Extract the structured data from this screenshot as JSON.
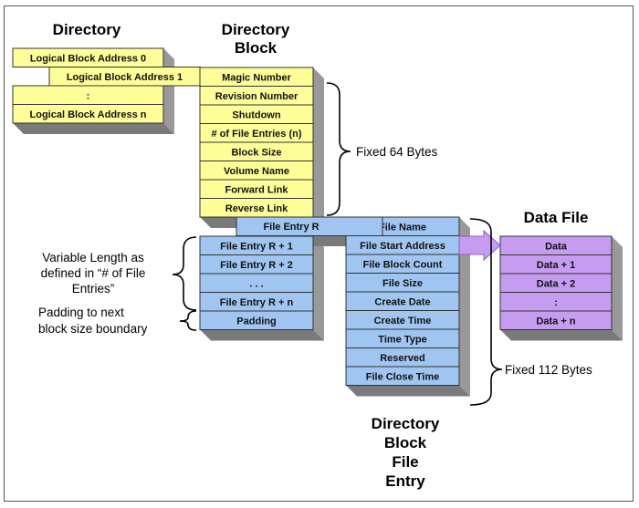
{
  "titles": {
    "directory": "Directory",
    "directory_block": [
      "Directory",
      "Block"
    ],
    "data_file": "Data File",
    "directory_block_file_entry": [
      "Directory",
      "Block",
      "File",
      "Entry"
    ]
  },
  "directory": {
    "items": [
      "Logical Block Address 0",
      "Logical Block Address 1",
      ":",
      "Logical Block Address n"
    ]
  },
  "directory_block": {
    "items": [
      "Magic Number",
      "Revision Number",
      "Shutdown",
      "# of File Entries (n)",
      "Block Size",
      "Volume Name",
      "Forward Link",
      "Reverse Link"
    ]
  },
  "file_entry_r": "File Entry R",
  "entries": {
    "items": [
      "File Entry R + 1",
      "File Entry R + 2",
      ". . .",
      "File Entry R + n",
      "Padding"
    ]
  },
  "file_entry": {
    "items": [
      "File Name",
      "File Start Address",
      "File Block Count",
      "File Size",
      "Create Date",
      "Create Time",
      "Time Type",
      "Reserved",
      "File Close Time"
    ]
  },
  "data_file": {
    "items": [
      "Data",
      "Data + 1",
      "Data + 2",
      ":",
      "Data + n"
    ]
  },
  "notes": {
    "fixed_64": "Fixed 64 Bytes",
    "fixed_112": "Fixed 112 Bytes",
    "variable": [
      "Variable Length as",
      "defined in “# of File",
      "Entries”"
    ],
    "padding": [
      "Padding to next",
      "block size boundary"
    ]
  },
  "colors": {
    "yellow": "#ffff99",
    "blue": "#9fc5f0",
    "purple": "#c59cf0",
    "shadow": "#999999",
    "border": "#333333"
  }
}
